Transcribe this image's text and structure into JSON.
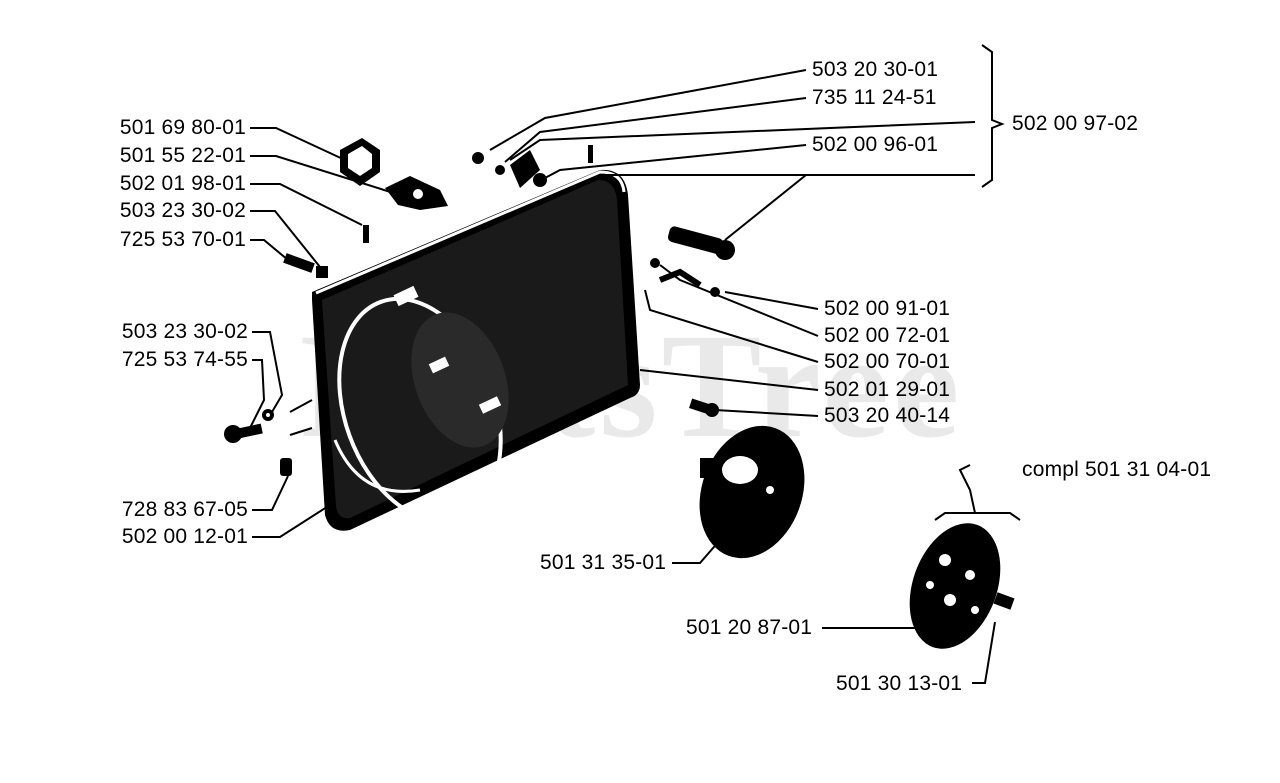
{
  "watermark": "PartsTree",
  "parts": {
    "p_503_20_30_01": "503 20 30-01",
    "p_735_11_24_51": "735 11 24-51",
    "p_502_00_97_02": "502 00 97-02",
    "p_502_00_96_01": "502 00 96-01",
    "p_501_69_80_01": "501 69 80-01",
    "p_501_55_22_01": "501 55 22-01",
    "p_502_01_98_01": "502 01 98-01",
    "p_503_23_30_02_a": "503 23 30-02",
    "p_725_53_70_01": "725 53 70-01",
    "p_502_00_91_01": "502 00 91-01",
    "p_502_00_72_01": "502 00 72-01",
    "p_502_00_70_01": "502 00 70-01",
    "p_502_01_29_01": "502 01 29-01",
    "p_503_20_40_14": "503 20 40-14",
    "p_503_23_30_02_b": "503 23 30-02",
    "p_725_53_74_55": "725 53 74-55",
    "p_728_83_67_05": "728 83 67-05",
    "p_502_00_12_01": "502 00 12-01",
    "p_compl_501_31_04_01": "compl 501 31 04-01",
    "p_501_31_35_01": "501 31 35-01",
    "p_501_20_87_01": "501 20 87-01",
    "p_501_30_13_01": "501 30 13-01"
  }
}
